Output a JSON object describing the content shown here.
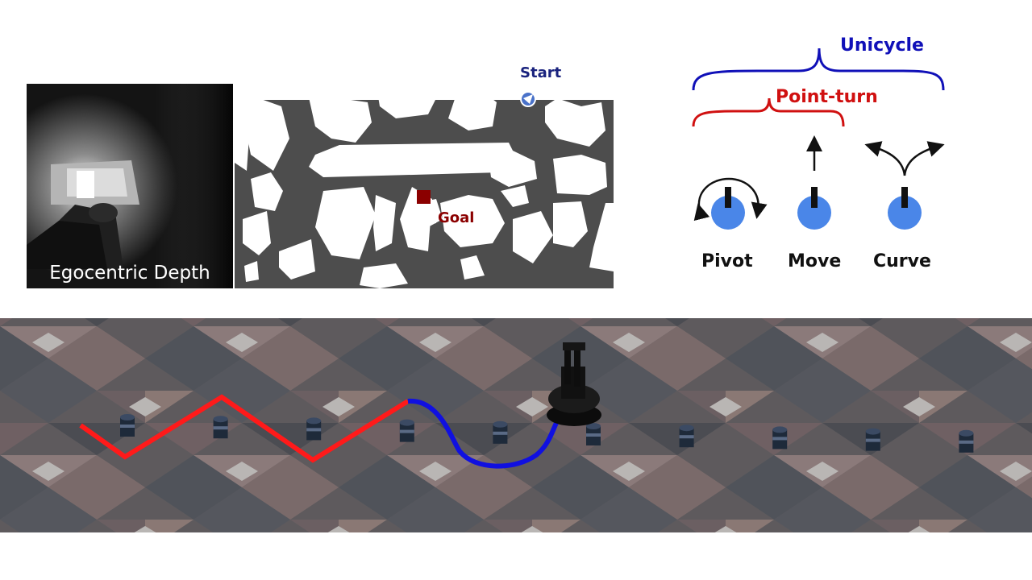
{
  "depth_panel": {
    "caption": "Egocentric Depth"
  },
  "map": {
    "start_label": "Start",
    "goal_label": "Goal",
    "colors": {
      "obstacle": "#4d4d4d",
      "free": "#ffffff",
      "goal": "#8b0000",
      "start_marker": "#4a72c9"
    },
    "icons": [
      "start-marker-icon",
      "goal-marker-icon"
    ]
  },
  "action_spaces": {
    "unicycle_label": "Unicycle",
    "point_turn_label": "Point-turn",
    "modes": [
      {
        "label": "Pivot",
        "icon": "pivot-rotate-icon"
      },
      {
        "label": "Move",
        "icon": "move-forward-icon"
      },
      {
        "label": "Curve",
        "icon": "curve-split-icon"
      }
    ],
    "colors": {
      "unicycle": "#1010b8",
      "point_turn": "#d01010",
      "robot": "#4a86e8"
    }
  },
  "scene": {
    "colors": {
      "point_turn_path": "#ff1a1a",
      "unicycle_path": "#1010e0"
    },
    "obstacle_count": 10,
    "icons": [
      "robot-icon",
      "barrel-icon"
    ]
  }
}
